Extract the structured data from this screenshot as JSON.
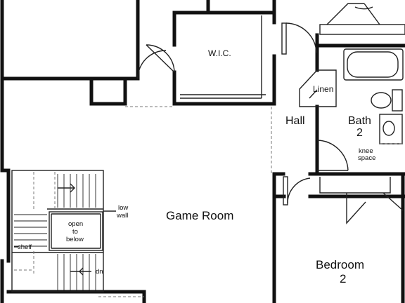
{
  "colors": {
    "wall": "#111111",
    "line": "#222222",
    "dash": "#777777",
    "background": "#ffffff"
  },
  "rooms": {
    "wic": "W.I.C.",
    "linen": "Linen",
    "hall": "Hall",
    "bath_name": "Bath",
    "bath_number": "2",
    "knee_space_1": "knee",
    "knee_space_2": "space",
    "game_room": "Game Room",
    "bedroom_name": "Bedroom",
    "bedroom_number": "2"
  },
  "notes": {
    "low_wall_1": "low",
    "low_wall_2": "wall",
    "open_to_below_1": "open",
    "open_to_below_2": "to",
    "open_to_below_3": "below",
    "shelf": "shelf",
    "down": "dn"
  }
}
